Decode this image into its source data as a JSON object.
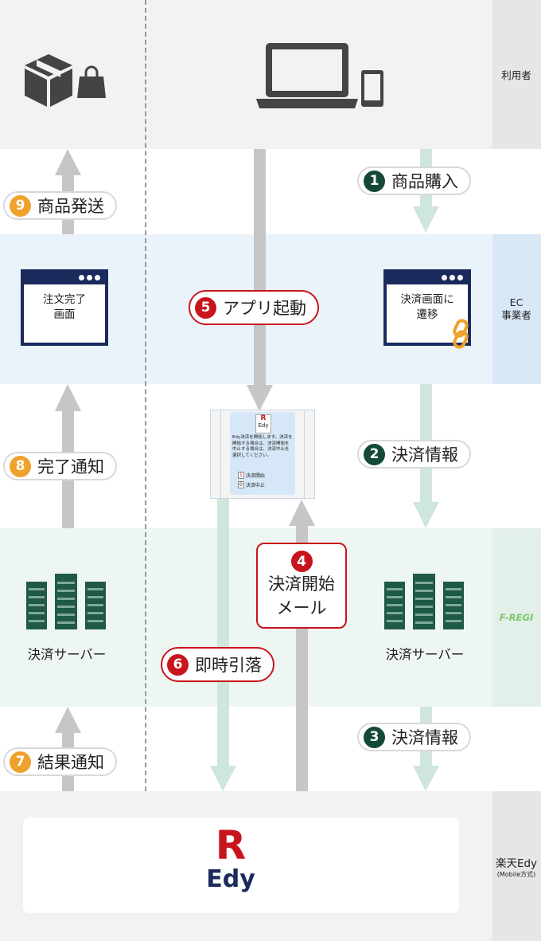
{
  "lanes": {
    "user": "利用者",
    "ec": "EC\n事業者",
    "fregi_logo": "F-REGI",
    "edy_line1": "楽天Edy",
    "edy_line2": "(Mobile方式)"
  },
  "steps": {
    "s1": {
      "num": "1",
      "label": "商品購入"
    },
    "s2": {
      "num": "2",
      "label": "決済情報"
    },
    "s3": {
      "num": "3",
      "label": "決済情報"
    },
    "s4": {
      "num": "4",
      "line1": "決済開始",
      "line2": "メール"
    },
    "s5": {
      "num": "5",
      "label": "アプリ起動"
    },
    "s6": {
      "num": "6",
      "label": "即時引落"
    },
    "s7": {
      "num": "7",
      "label": "結果通知"
    },
    "s8": {
      "num": "8",
      "label": "完了通知"
    },
    "s9": {
      "num": "9",
      "label": "商品発送"
    }
  },
  "windows": {
    "order_complete": {
      "line1": "注文完了",
      "line2": "画面"
    },
    "payment_redirect": {
      "line1": "決済画面に",
      "line2": "遷移"
    }
  },
  "servers": {
    "left": "決済サーバー",
    "right": "決済サーバー"
  },
  "phone_app": {
    "logo": "Edy",
    "message": "Edy決済を開始します。決済を開始する場合は、決済開始を中止する場合は、決済中止を選択してください。",
    "opt1_key": "1",
    "opt1": "決済開始",
    "opt2_key": "0",
    "opt2": "決済中止"
  },
  "edy_logo": {
    "mark": "R",
    "text": "Edy"
  },
  "colors": {
    "navy": "#1b2a5c",
    "green_badge": "#14493a",
    "orange_badge": "#f0a12b",
    "red_badge": "#c8151d",
    "gray_arrow": "#c6c6c6",
    "green_arrow": "#cfe6dc",
    "server": "#1e5a45"
  }
}
